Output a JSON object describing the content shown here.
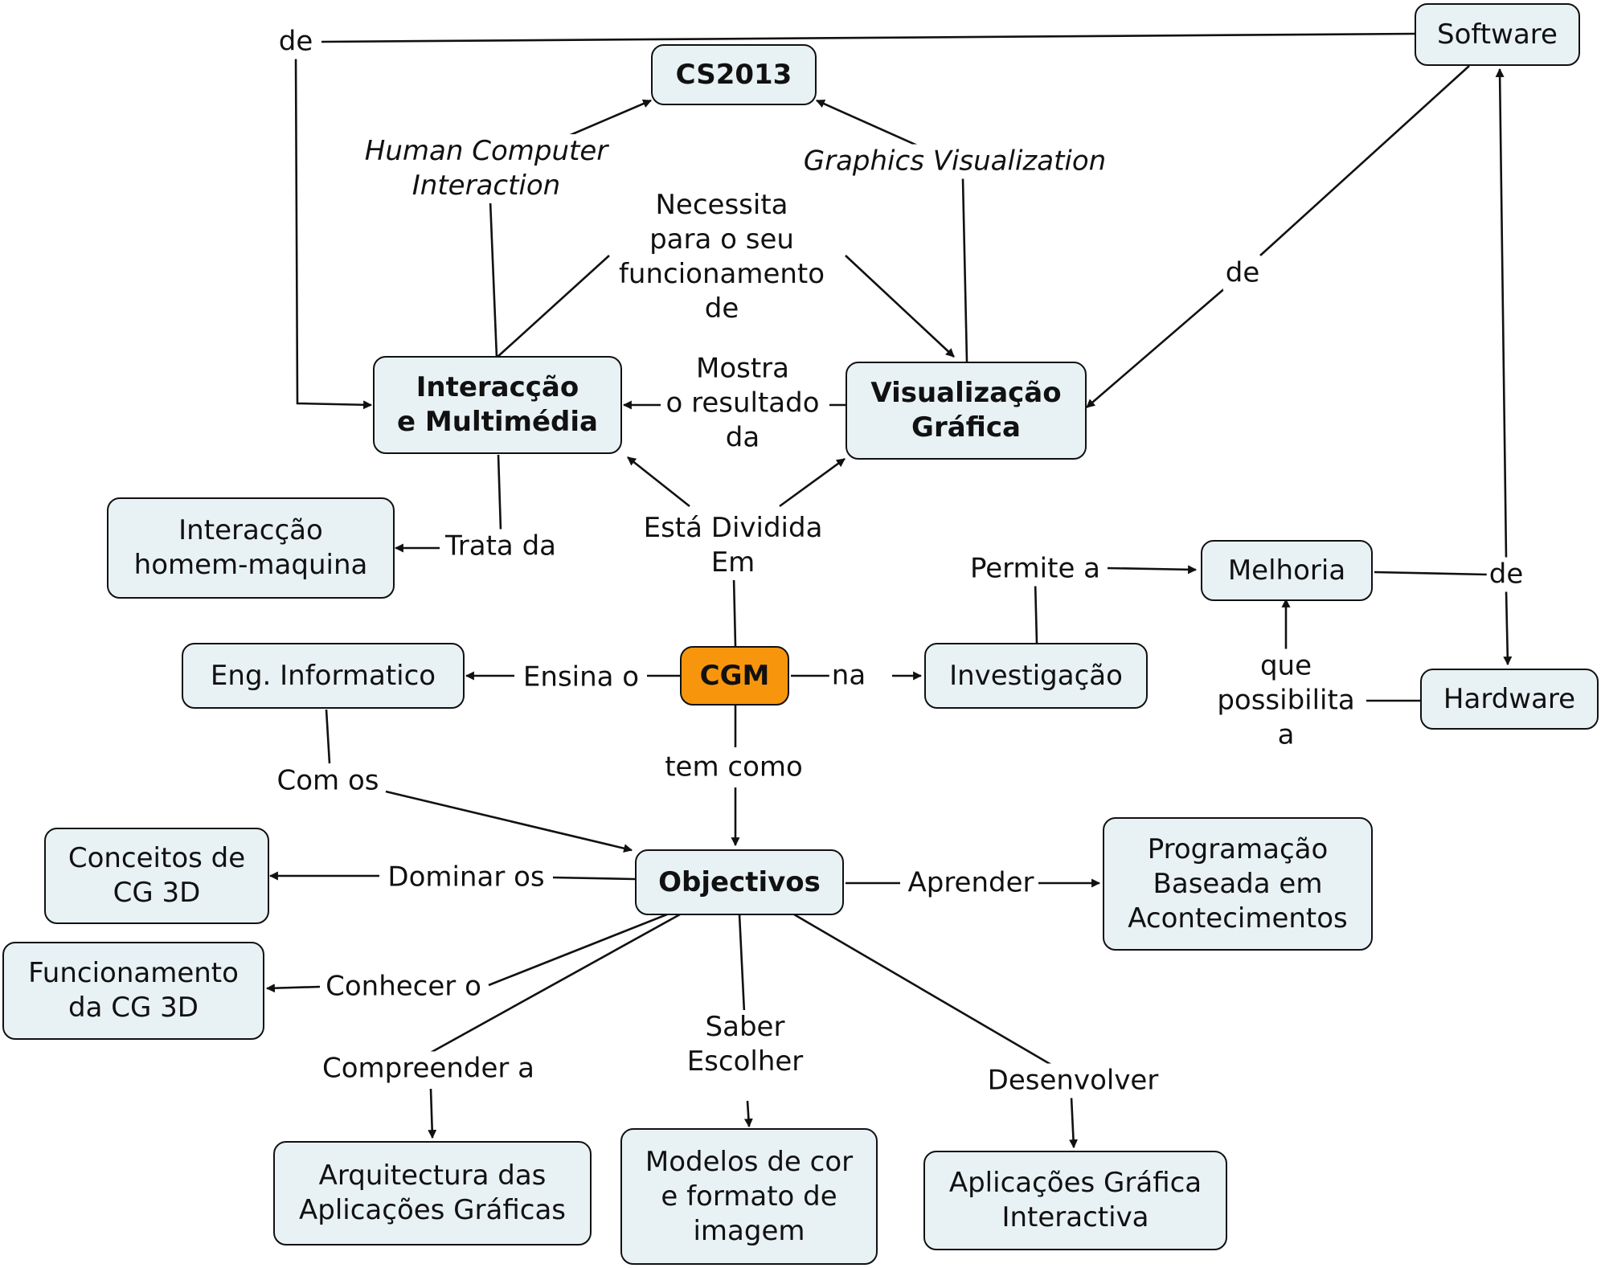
{
  "colors": {
    "node_fill": "#e8f1f4",
    "main_node_fill": "#f7960d",
    "line": "#111111"
  },
  "nodes": {
    "software": "Software",
    "cs2013": "CS2013",
    "interaccao_multimedia": "Interacção\ne Multimédia",
    "visualizacao_grafica": "Visualização\nGráfica",
    "interaccao_homem": "Interacção\nhomem-maquina",
    "melhoria": "Melhoria",
    "eng_informatico": "Eng. Informatico",
    "cgm": "CGM",
    "investigacao": "Investigação",
    "hardware": "Hardware",
    "conceitos": "Conceitos de\nCG 3D",
    "objectivos": "Objectivos",
    "programacao": "Programação\nBaseada em\nAcontecimentos",
    "funcionamento": "Funcionamento\nda CG 3D",
    "arquitectura": "Arquitectura das\nAplicações Gráficas",
    "modelos": "Modelos de cor\ne formato de\nimagem",
    "aplicacoes": "Aplicações Gráfica\nInteractiva"
  },
  "links": {
    "de_top": "de",
    "human_computer": "Human Computer\nInteraction",
    "graphics_vis": "Graphics Visualization",
    "necessita": "Necessita\npara o seu\nfuncionamento\nde",
    "de_software": "de",
    "mostra": "Mostra\no resultado\nda",
    "trata_da": "Trata da",
    "esta_dividida": "Está Dividida\nEm",
    "permite_a": "Permite a",
    "de_hardware": "de",
    "ensina_o": "Ensina o",
    "na": "na",
    "que_possibilita": "que\npossibilita\na",
    "tem_como": "tem como",
    "com_os": "Com os",
    "dominar_os": "Dominar os",
    "aprender": "Aprender",
    "conhecer_o": "Conhecer o",
    "compreender_a": "Compreender a",
    "saber_escolher": "Saber\nEscolher",
    "desenvolver": "Desenvolver"
  }
}
